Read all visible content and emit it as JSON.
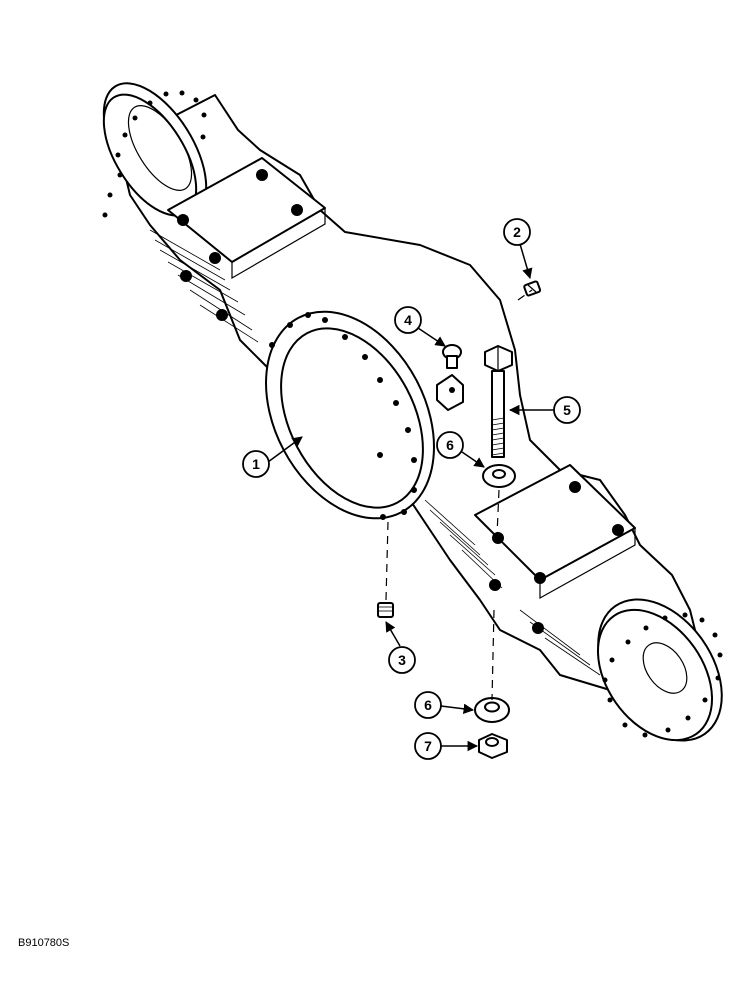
{
  "diagram": {
    "figure_id": "B910780S",
    "callouts": [
      {
        "label": "1",
        "part": "axle housing"
      },
      {
        "label": "2",
        "part": "plug"
      },
      {
        "label": "3",
        "part": "plug"
      },
      {
        "label": "4",
        "part": "breather"
      },
      {
        "label": "5",
        "part": "bolt"
      },
      {
        "label": "6",
        "part": "washer"
      },
      {
        "label": "6",
        "part": "washer"
      },
      {
        "label": "7",
        "part": "nut"
      }
    ]
  }
}
